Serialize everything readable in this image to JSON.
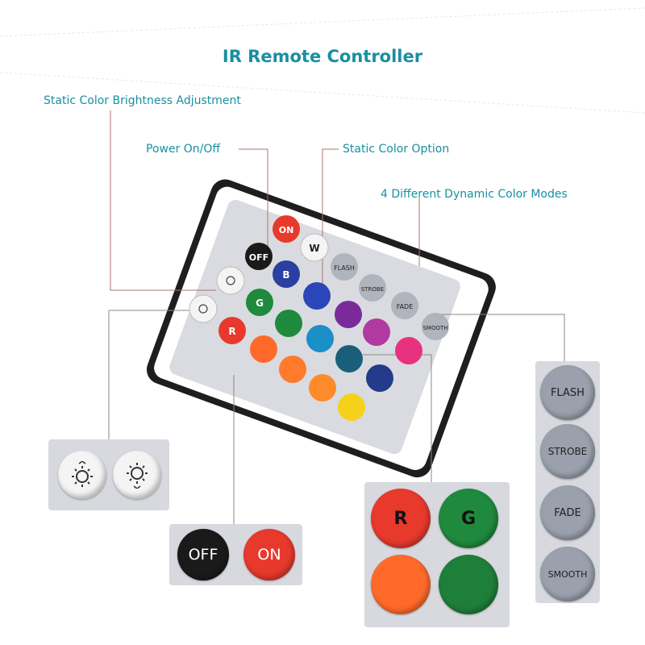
{
  "title": "IR Remote Controller",
  "callouts": {
    "brightness": "Static Color Brightness Adjustment",
    "power": "Power On/Off",
    "static_color": "Static Color Option",
    "dynamic_modes": "4 Different Dynamic Color Modes"
  },
  "buttons": {
    "on": "ON",
    "off": "OFF",
    "w": "W",
    "r": "R",
    "g": "G",
    "b": "B",
    "flash": "FLASH",
    "strobe": "STROBE",
    "fade": "FADE",
    "smooth": "SMOOTH"
  },
  "colors": {
    "accent_text": "#1a8fa0",
    "callout_line": "#b07070",
    "red": "#e8392d",
    "orange": "#ff6a2b",
    "green": "#1f8a3d",
    "blue": "#2a3fa0",
    "purple": "#7b2a9a",
    "pink": "#e8327f",
    "teal": "#1a8fb0",
    "yellow": "#f5d21a",
    "off_black": "#1a1a1a",
    "white": "#f4f4f4",
    "mode_gray": "#9aa0ac"
  }
}
